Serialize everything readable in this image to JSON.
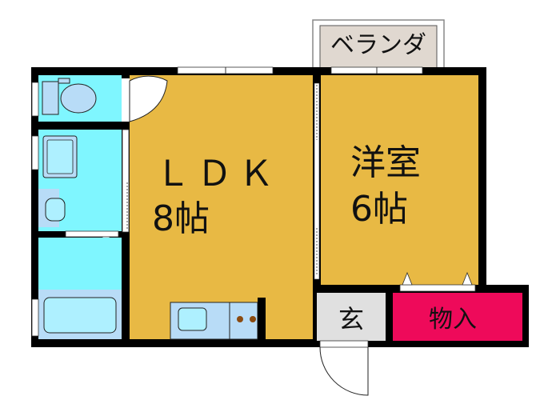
{
  "floor_plan": {
    "type": "1LDK",
    "colors": {
      "wall": "#000000",
      "living_floor": "#e8b944",
      "wet_area": "#7ff6ff",
      "fixture": "#b8dcf7",
      "fixture_inner": "#aef0ff",
      "entrance": "#e0e0e0",
      "closet": "#ee0a5a",
      "veranda": "#e0d8d0",
      "stove_burner": "#8a4a10"
    },
    "rooms": {
      "ldk": {
        "name": "ＬＤＫ",
        "size": "8帖"
      },
      "western_room": {
        "name": "洋室",
        "size": "6帖"
      },
      "veranda": {
        "name": "ベランダ"
      },
      "entrance": {
        "name": "玄"
      },
      "closet": {
        "name": "物入"
      },
      "toilet": {
        "name": ""
      },
      "washroom": {
        "name": ""
      },
      "bathroom": {
        "name": ""
      }
    }
  }
}
